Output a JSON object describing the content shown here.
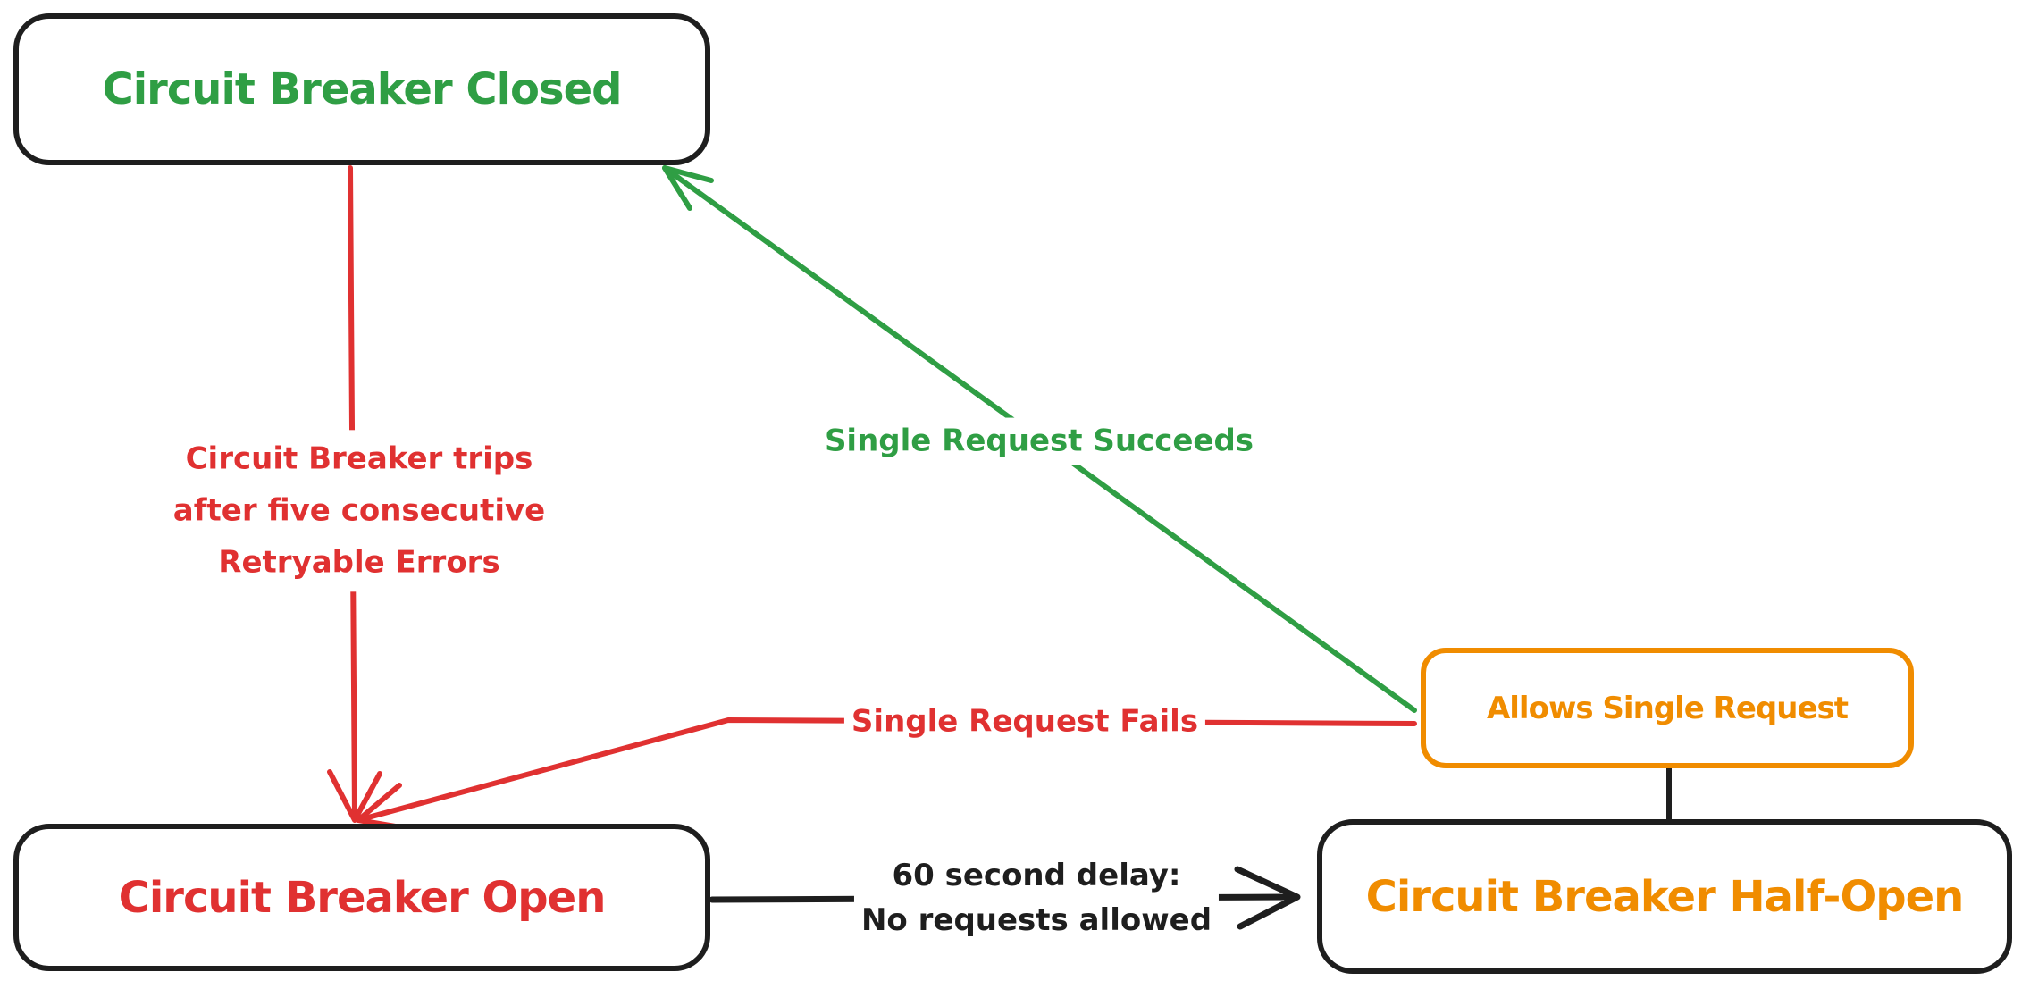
{
  "colors": {
    "black": "#1e1e1e",
    "red": "#e03131",
    "green": "#2f9e44",
    "orange": "#f08c00",
    "canvas": "#ffffff"
  },
  "nodes": {
    "closed": {
      "label": "Circuit Breaker Closed",
      "color": "#2f9e44"
    },
    "open": {
      "label": "Circuit Breaker Open",
      "color": "#e03131"
    },
    "half_open": {
      "label": "Circuit Breaker Half-Open",
      "color": "#f08c00"
    },
    "allows_single_request": {
      "label": "Allows Single Request",
      "color": "#f08c00"
    }
  },
  "edges": {
    "trip": {
      "from": "closed",
      "to": "open",
      "color": "#e03131",
      "label_line1": "Circuit Breaker trips",
      "label_line2": "after five consecutive",
      "label_line3": "Retryable Errors"
    },
    "succeed": {
      "from": "allows_single_request",
      "to": "closed",
      "color": "#2f9e44",
      "label": "Single Request Succeeds"
    },
    "fail": {
      "from": "allows_single_request",
      "to": "open",
      "color": "#e03131",
      "label": "Single Request Fails"
    },
    "delay": {
      "from": "open",
      "to": "half_open",
      "color": "#1e1e1e",
      "label_line1": "60 second delay:",
      "label_line2": "No requests allowed"
    },
    "allows_link": {
      "from": "allows_single_request",
      "to": "half_open",
      "color": "#1e1e1e"
    }
  }
}
